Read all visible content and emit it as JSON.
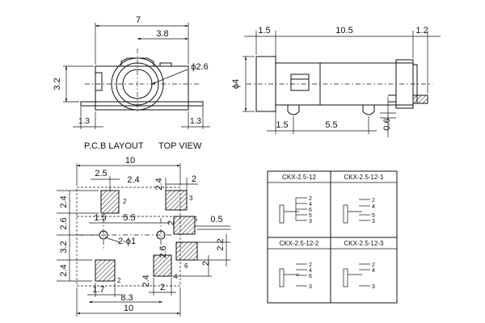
{
  "side_view": {
    "dims": {
      "width": "7",
      "offset": "3.8",
      "height": "3.2",
      "diameter": "ϕ2.6",
      "left_tab": "1.3",
      "right_tab": "1.3"
    },
    "caption_pcb": "P.C.B LAYOUT",
    "caption_top": "TOP VIEW"
  },
  "top_view": {
    "dims": {
      "left": "1.5",
      "length": "10.5",
      "right": "1.2",
      "diameter": "ϕ4",
      "pin_offset": "1.5",
      "pin_spacing": "5.5",
      "pin_height": "0.6"
    }
  },
  "pcb_layout": {
    "dims": {
      "width_top": "10",
      "a": "2.5",
      "b": "2.4",
      "c": "2.4",
      "d": "2",
      "left_1": "2.4",
      "left_2": "2.6",
      "left_3": "3.2",
      "left_4": "2.4",
      "hole_offset": "1.5",
      "hole_spacing": "5.5",
      "hole_dia": "2-ϕ1",
      "pad_2": "2",
      "pad_05": "0.5",
      "pad_26": "2.6",
      "pad_22": "2.2",
      "pad_2b": "2",
      "b_17": "1.7",
      "b_24": "2.4",
      "b_2": "2",
      "b_83": "8.3",
      "width_bottom": "10"
    },
    "pad_labels": [
      "2",
      "3",
      "5",
      "6",
      "4",
      "2"
    ]
  },
  "variants": {
    "title_1": "CKX-2.5-12",
    "title_2": "CKX-2.5-12-1",
    "title_3": "CKX-2.5-12-2",
    "title_4": "CKX-2.5-12-3",
    "pins_1": [
      "2",
      "4",
      "6",
      "5",
      "3"
    ],
    "pins_2": [
      "2",
      "4",
      "5",
      "3"
    ],
    "pins_3": [
      "2",
      "4",
      "6",
      "3"
    ],
    "pins_4": [
      "2",
      "4",
      "3"
    ]
  }
}
